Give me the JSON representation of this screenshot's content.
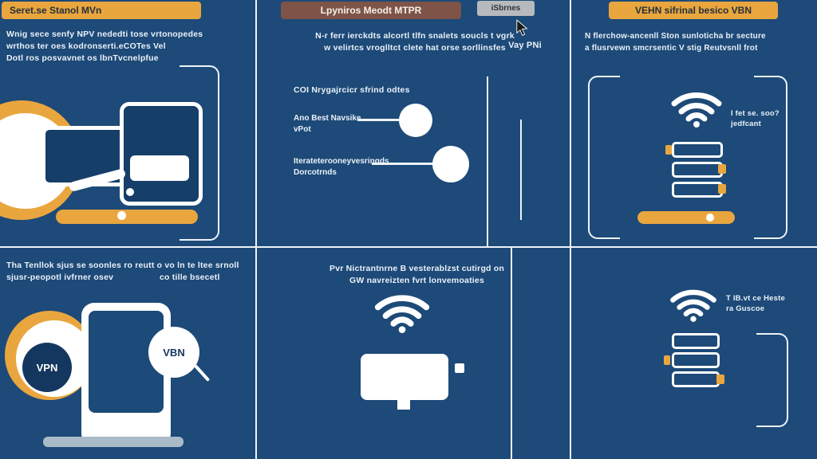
{
  "colors": {
    "background": "#1d4a78",
    "accent_orange": "#e9a63f",
    "header_brown": "#7d5447",
    "tab_gray": "#b7babd",
    "panel_dark": "#153e68",
    "bar_gray": "#a9bac8",
    "line_white": "#eef3f8"
  },
  "top_left": {
    "header": "Seret.se Stanol MVn",
    "body": [
      "Wnig sece senfy NPV nededti tose vrtonopedes",
      "wrthos ter oes kodronserti.eCOTes Vel",
      "Dotl ros posvavnet os lbnTvcnelpfue"
    ]
  },
  "bottom_left": {
    "body": [
      "Tha Tenllok sjus se soonles ro reutt o vo ln te ltee srnoll",
      "sjusr-peopotl ivfrner osev"
    ],
    "side_note": "co tille bsecetl",
    "vpn_circle": "VPN",
    "vbn_circle": "VBN"
  },
  "top_middle": {
    "header": "Lpyniros Meodt MTPR",
    "body": [
      "N-r ferr ierckdts alcortl tlfn snalets soucls t vgrk",
      "w velirtcs vroglltct clete hat orse sorllinsfes"
    ],
    "subheading": "COI Nrygajrcicr sfrind odtes",
    "items": [
      {
        "line1": "Ano Best Navsike",
        "line2": "vPot"
      },
      {
        "line1": "Iterateterooneyvesringds",
        "line2": "Dorcotrnds"
      }
    ],
    "tab": "iSbrnes",
    "vpn_label": "Vay PNi"
  },
  "bottom_middle": {
    "body": [
      "Pvr Nictrantnrne B vesterablzst cutirgd on",
      "GW navreizten fvrt lonvemoaties"
    ]
  },
  "top_right": {
    "header": "VEHN sifrinal besico VBN",
    "body": [
      "N flerchow-ancenll Ston sunloticha br secture",
      "a flusrvewn smcrsentic V stig Reutvsnll frot"
    ],
    "note": [
      "I fet se. soo?",
      "jedfcant"
    ]
  },
  "bottom_right": {
    "note": [
      "T IB.vt ce Heste",
      "ra Guscoe"
    ]
  }
}
